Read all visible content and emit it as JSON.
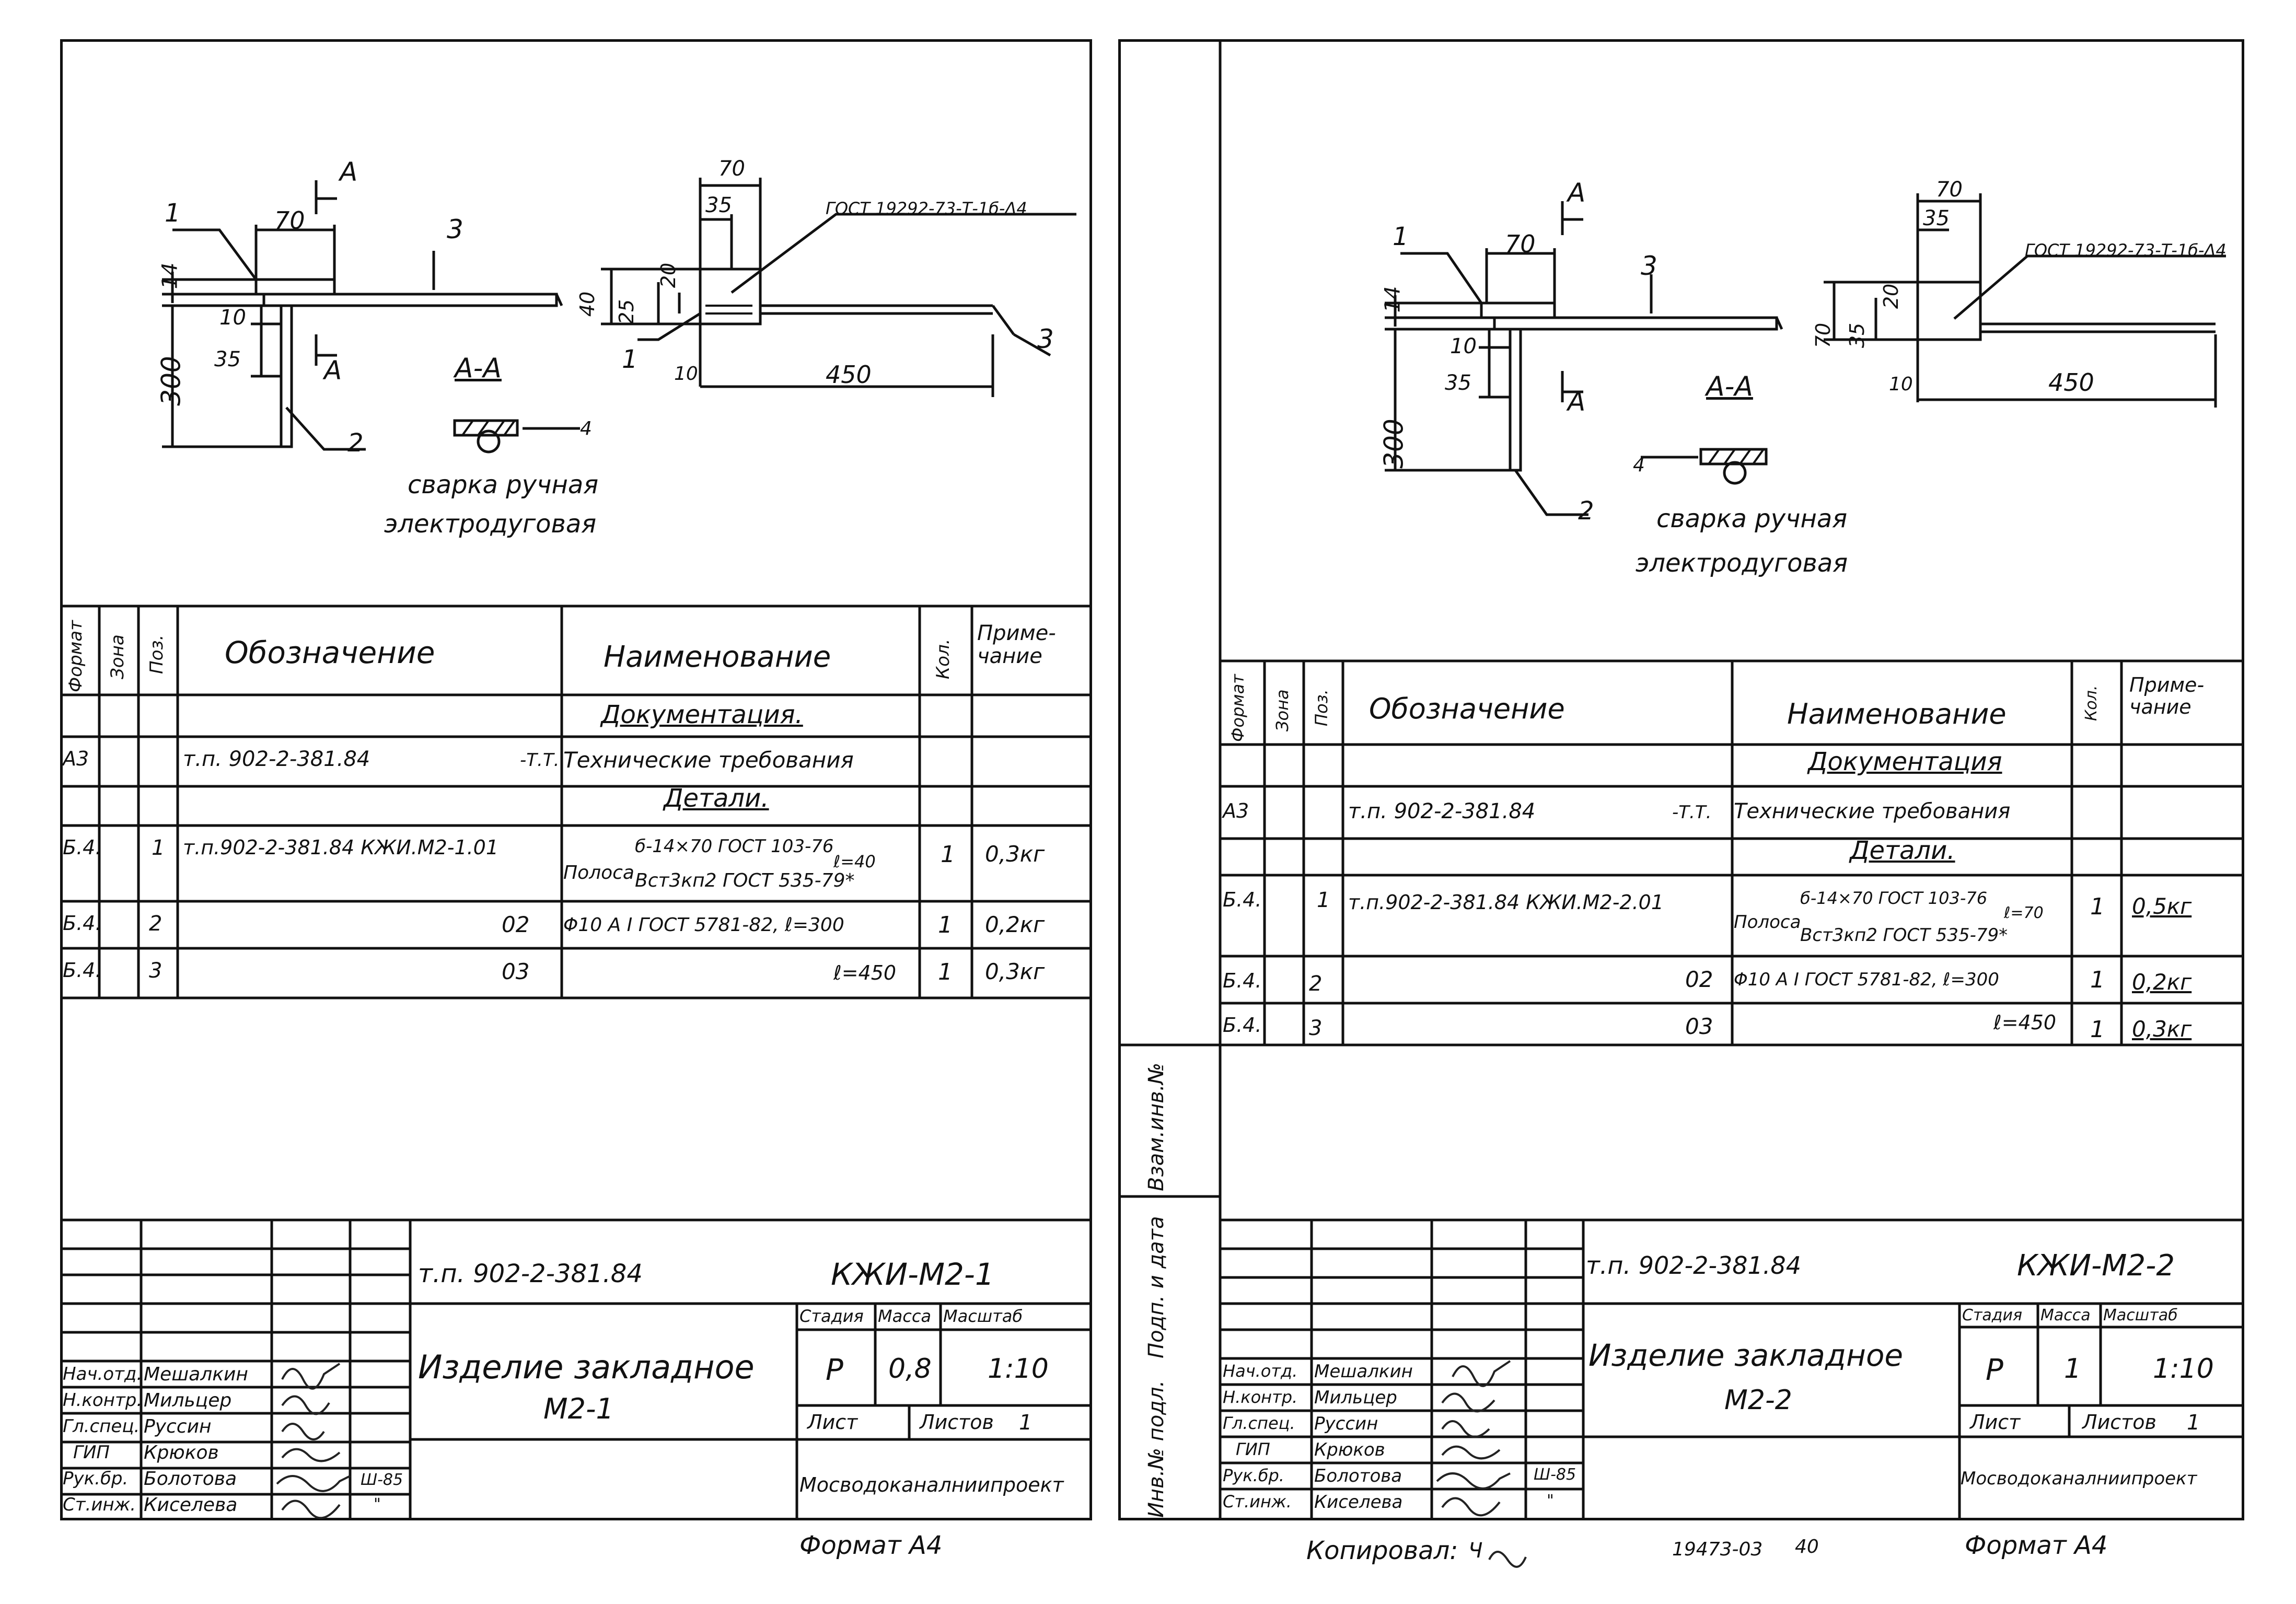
{
  "sheets": [
    {
      "id": "m2-1",
      "drawing": {
        "section_marker": "А",
        "section_title": "А-А",
        "dims": {
          "w70_left": "70",
          "h14": "14",
          "h300": "300",
          "h10": "10",
          "h35": "35",
          "w70_top": "70",
          "w35_top": "35",
          "h40": "40",
          "h25": "25",
          "h20": "20",
          "h10_b": "10",
          "w450": "450"
        },
        "callouts": {
          "c1a": "1",
          "c2": "2",
          "c3a": "3",
          "c1b": "1",
          "c3b": "3"
        },
        "gost_note": "ГОСТ 19292-73-Т-1б-Δ4",
        "weld_symbol": "4",
        "weld_note_1": "сварка ручная",
        "weld_note_2": "электродуговая"
      },
      "spec": {
        "headers": {
          "format": "Формат",
          "zone": "Зона",
          "pos": "Поз.",
          "designation": "Обозначение",
          "name": "Наименование",
          "qty": "Кол.",
          "note": "Приме-чание"
        },
        "section_docs": "Документация.",
        "section_parts": "Детали.",
        "rows": [
          {
            "format": "А3",
            "pos": "",
            "designation": "т.п. 902-2-381.84",
            "des_suffix": "-Т.Т.",
            "name": "Технические требования",
            "qty": "",
            "note": ""
          },
          {
            "format": "Б.4.",
            "pos": "1",
            "designation": "т.п.902-2-381.84 КЖИ.М2-1.01",
            "des_suffix": "",
            "name": "Полоса",
            "name_a": "б-14×70 ГОСТ 103-76",
            "name_b": "Вст3кп2 ГОСТ 535-79*",
            "name_c": "ℓ=40",
            "qty": "1",
            "note": "0,3кг"
          },
          {
            "format": "Б.4.",
            "pos": "2",
            "designation": "02",
            "des_suffix": "",
            "name": "Φ10 А I ГОСТ 5781-82, ℓ=300",
            "qty": "1",
            "note": "0,2кг"
          },
          {
            "format": "Б.4.",
            "pos": "3",
            "designation": "03",
            "des_suffix": "",
            "name": "ℓ=450",
            "qty": "1",
            "note": "0,3кг"
          }
        ]
      },
      "title_block": {
        "project": "т.п. 902-2-381.84",
        "code": "КЖИ-М2-1",
        "product_1": "Изделие закладное",
        "product_2": "М2-1",
        "stage_label": "Стадия",
        "mass_label": "Масса",
        "scale_label": "Масштаб",
        "stage": "Р",
        "mass": "0,8",
        "scale": "1:10",
        "sheet_label": "Лист",
        "sheets_label": "Листов",
        "sheets": "1",
        "org": "Мосводоканалниипроект",
        "roles": [
          {
            "role": "Нач.отд.",
            "name": "Мешалкин"
          },
          {
            "role": "Н.контр.",
            "name": "Мильцер"
          },
          {
            "role": "Гл.спец.",
            "name": "Руссин"
          },
          {
            "role": "ГИП",
            "name": "Крюков"
          },
          {
            "role": "Рук.бр.",
            "name": "Болотова"
          },
          {
            "role": "Ст.инж.",
            "name": "Киселева"
          }
        ],
        "date_a": "Ш-85",
        "date_b": "\""
      },
      "footer": "Формат А4"
    },
    {
      "id": "m2-2",
      "drawing": {
        "section_marker": "А",
        "section_title": "А-А",
        "dims": {
          "w70_left": "70",
          "h14": "14",
          "h300": "300",
          "h10": "10",
          "h35": "35",
          "w70_top": "70",
          "w35_top": "35",
          "h70": "70",
          "h20": "20",
          "h10_b": "10",
          "w450": "450"
        },
        "callouts": {
          "c1a": "1",
          "c2": "2",
          "c3a": "3"
        },
        "gost_note": "ГОСТ 19292-73-Т-1б-Δ4",
        "weld_symbol": "4",
        "weld_note_1": "сварка ручная",
        "weld_note_2": "электродуговая"
      },
      "spec": {
        "headers": {
          "format": "Формат",
          "zone": "Зона",
          "pos": "Поз.",
          "designation": "Обозначение",
          "name": "Наименование",
          "qty": "Кол.",
          "note": "Приме-чание"
        },
        "section_docs": "Документация",
        "section_parts": "Детали.",
        "rows": [
          {
            "format": "А3",
            "pos": "",
            "designation": "т.п. 902-2-381.84",
            "des_suffix": "-Т.Т.",
            "name": "Технические требования",
            "qty": "",
            "note": ""
          },
          {
            "format": "Б.4.",
            "pos": "1",
            "designation": "т.п.902-2-381.84 КЖИ.М2-2.01",
            "des_suffix": "",
            "name": "Полоса",
            "name_a": "б-14×70 ГОСТ 103-76",
            "name_b": "Вст3кп2 ГОСТ 535-79*",
            "name_c": "ℓ=70",
            "qty": "1",
            "note": "0,5кг"
          },
          {
            "format": "Б.4.",
            "pos": "2",
            "designation": "02",
            "des_suffix": "",
            "name": "Φ10 А I ГОСТ 5781-82, ℓ=300",
            "qty": "1",
            "note": "0,2кг"
          },
          {
            "format": "Б.4.",
            "pos": "3",
            "designation": "03",
            "des_suffix": "",
            "name": "ℓ=450",
            "qty": "1",
            "note": "0,3кг"
          }
        ]
      },
      "title_block": {
        "project": "т.п. 902-2-381.84",
        "code": "КЖИ-М2-2",
        "product_1": "Изделие закладное",
        "product_2": "М2-2",
        "stage_label": "Стадия",
        "mass_label": "Масса",
        "scale_label": "Масштаб",
        "stage": "Р",
        "mass": "1",
        "scale": "1:10",
        "sheet_label": "Лист",
        "sheets_label": "Листов",
        "sheets": "1",
        "org": "Мосводоканалниипроект",
        "roles": [
          {
            "role": "Нач.отд.",
            "name": "Мешалкин"
          },
          {
            "role": "Н.контр.",
            "name": "Мильцер"
          },
          {
            "role": "Гл.спец.",
            "name": "Руссин"
          },
          {
            "role": "ГИП",
            "name": "Крюков"
          },
          {
            "role": "Рук.бр.",
            "name": "Болотова"
          },
          {
            "role": "Ст.инж.",
            "name": "Киселева"
          }
        ],
        "date_a": "Ш-85",
        "date_b": "\""
      },
      "side_stamps": {
        "inv": "Инв.№ подл.",
        "sign": "Подп. и дата",
        "swap": "Взам.инв.№"
      },
      "footer": "Формат А4"
    }
  ],
  "bottom": {
    "copied": "Копировал:",
    "copied_sign": "Ч",
    "order": "19473-03",
    "sheet_no": "40"
  }
}
